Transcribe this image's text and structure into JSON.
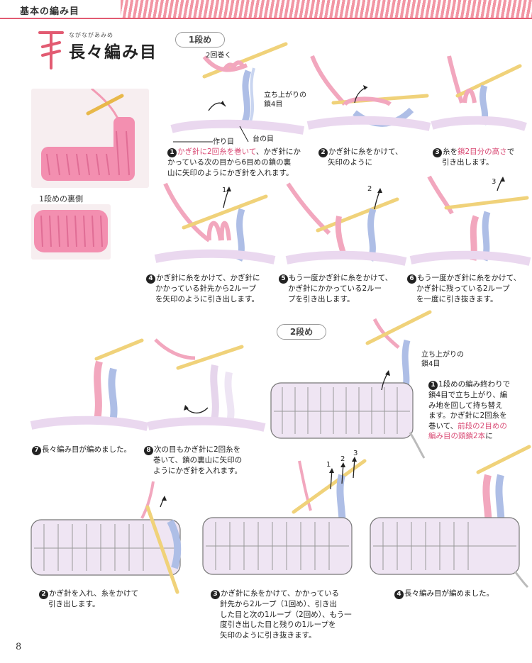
{
  "header": {
    "section": "基本の編み目"
  },
  "title": {
    "ruby": "ながながあみめ",
    "main": "長々編み目"
  },
  "photo": {
    "back_label": "1段めの裏側"
  },
  "row1": {
    "label": "1段め",
    "annot": {
      "wrap2": "2回巻く",
      "tachiagari_1": "立ち上がりの",
      "tachiagari_2": "鎖4目",
      "sakume": "作り目",
      "daime": "台の目"
    },
    "steps": [
      {
        "num": "1",
        "lines": [
          {
            "pink": "かぎ針に2回糸を巻いて",
            "rest": "、かぎ針にか"
          },
          {
            "text": "かっている次の目から6目めの鎖の裏"
          },
          {
            "text": "山に矢印のようにかぎ針を入れます。"
          }
        ]
      },
      {
        "num": "2",
        "lines": [
          {
            "text": "かぎ針に糸をかけて、"
          },
          {
            "text": "矢印のように"
          }
        ]
      },
      {
        "num": "3",
        "lines": [
          {
            "pre": "糸を",
            "pink": "鎖2目分の高さ",
            "rest": "で"
          },
          {
            "text": "引き出します。"
          }
        ]
      },
      {
        "num": "4",
        "lines": [
          {
            "text": "かぎ針に糸をかけて、かぎ針に"
          },
          {
            "text": "かかっている針先から2ループ"
          },
          {
            "text": "を矢印のように引き出します。"
          }
        ]
      },
      {
        "num": "5",
        "lines": [
          {
            "text": "もう一度かぎ針に糸をかけて、"
          },
          {
            "text": "かぎ針にかかっている2ルー"
          },
          {
            "text": "プを引き出します。"
          }
        ]
      },
      {
        "num": "6",
        "lines": [
          {
            "text": "もう一度かぎ針に糸をかけて、"
          },
          {
            "text": "かぎ針に残っている2ループ"
          },
          {
            "text": "を一度に引き抜きます。"
          }
        ]
      },
      {
        "num": "7",
        "lines": [
          {
            "text": "長々編み目が編めました。"
          }
        ]
      },
      {
        "num": "8",
        "lines": [
          {
            "text": "次の目もかぎ針に2回糸を"
          },
          {
            "text": "巻いて、鎖の裏山に矢印の"
          },
          {
            "text": "ようにかぎ針を入れます。"
          }
        ]
      }
    ],
    "arrow_nums": [
      "1",
      "2",
      "3"
    ]
  },
  "row2": {
    "label": "2段め",
    "annot": {
      "tachiagari_1": "立ち上がりの",
      "tachiagari_2": "鎖4目"
    },
    "steps": [
      {
        "num": "1",
        "lines": [
          {
            "text": "1段めの編み終わりで"
          },
          {
            "text": "鎖4目で立ち上がり、編"
          },
          {
            "text": "み地を回して持ち替え"
          },
          {
            "text": "ます。かぎ針に2回糸を"
          },
          {
            "pre": "巻いて、",
            "pink": "前段の2目めの"
          },
          {
            "pink": "編み目の頭鎖2本",
            "rest": "に"
          }
        ]
      },
      {
        "num": "2",
        "lines": [
          {
            "text": "かぎ針を入れ、糸をかけて"
          },
          {
            "text": "引き出します。"
          }
        ]
      },
      {
        "num": "3",
        "lines": [
          {
            "text": "かぎ針に糸をかけて、かかっている"
          },
          {
            "text": "針先から2ループ（1回め）、引き出"
          },
          {
            "text": "した目と次の1ループ（2回め）、もう一"
          },
          {
            "text": "度引き出した目と残りの1ループを"
          },
          {
            "text": "矢印のように引き抜きます。"
          }
        ]
      },
      {
        "num": "4",
        "lines": [
          {
            "text": "長々編み目が編めました。"
          }
        ]
      }
    ],
    "arrow_nums": [
      "1",
      "2",
      "3"
    ]
  },
  "page_number": "8",
  "colors": {
    "accent_pink": "#e25b72",
    "yarn_pink": "#f2a7be",
    "yarn_blue": "#aebee6",
    "caption_pink": "#d94a74",
    "hook": "#f0d27a"
  }
}
